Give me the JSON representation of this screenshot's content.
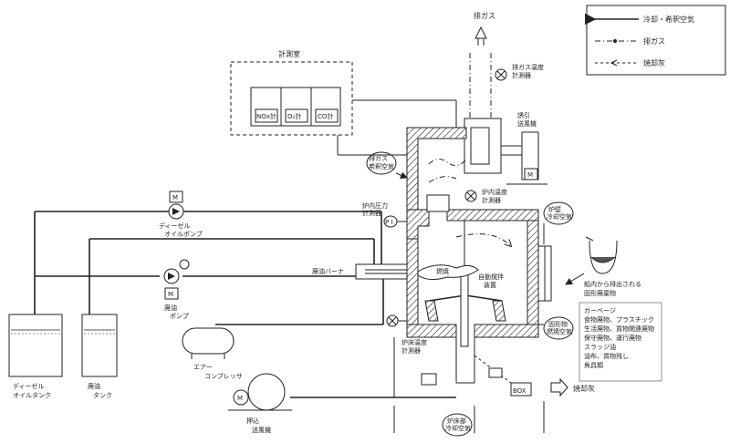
{
  "legend": {
    "items": [
      {
        "label": "冷却・希釈空気"
      },
      {
        "label": "排ガス"
      },
      {
        "label": "焼却灰"
      }
    ]
  },
  "labels": {
    "exhaust_out": "排ガス",
    "exhaust_temp": [
      "排ガス温度",
      "計測器"
    ],
    "induced_fan": [
      "誘引",
      "送風機"
    ],
    "measure_room": "計測室",
    "nox": "NOx計",
    "o2": "O₂計",
    "co": "CO計",
    "dilution_air": [
      "排ガス",
      "希釈空気"
    ],
    "furnace_pressure": [
      "炉内圧力",
      "計測器"
    ],
    "furnace_temp": [
      "炉内温度",
      "計測器"
    ],
    "furnace_cooling": [
      "炉壁",
      "冷却空気"
    ],
    "diesel_pump": [
      "ディーゼル",
      "オイルポンプ"
    ],
    "waste_oil_burner": "廃油バーナ",
    "flame": "燃焼",
    "auto_stirrer": [
      "自動撹拌",
      "装置"
    ],
    "waste_oil_pump": [
      "廃油",
      "ポンプ"
    ],
    "shipboard_waste": [
      "船内から排出される",
      "固形廃棄物"
    ],
    "solid_cooling": [
      "固形物",
      "燃焼空気"
    ],
    "garbage_list": [
      "ガーベージ",
      "食物廃物、プラスチック",
      "生活廃物、貨物関連廃物",
      "保守廃物、運行廃物",
      "スラッジ油",
      "油布、貨物残し",
      "魚具類"
    ],
    "hearth_temp": [
      "炉床温度",
      "計測器"
    ],
    "air_compressor": [
      "エアー",
      "コンプレッサ"
    ],
    "diesel_tank": [
      "ディーゼル",
      "オイルタンク"
    ],
    "waste_oil_tank": [
      "廃油",
      "タンク"
    ],
    "forced_fan": [
      "押込",
      "送風機"
    ],
    "cooling_air_bottom": [
      "炉床部",
      "冷却空気"
    ],
    "ash_out": "焼却灰",
    "box": "BOX",
    "motor": "M",
    "pi": "P I"
  }
}
